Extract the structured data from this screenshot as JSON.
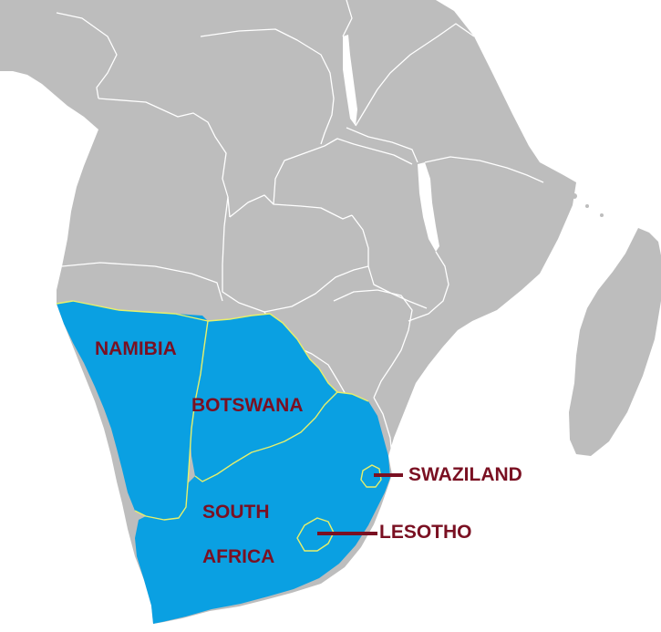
{
  "map": {
    "colors": {
      "ocean": "#ffffff",
      "land": "#bdbdbd",
      "highlight": "#0aa0e2",
      "country_border": "#ffffff",
      "highlight_border": "#e8f06a",
      "label_text": "#7a1022"
    },
    "highlighted_countries": [
      {
        "id": "namibia",
        "label": "NAMIBIA"
      },
      {
        "id": "botswana",
        "label": "BOTSWANA"
      },
      {
        "id": "south-africa",
        "label_line1": "SOUTH",
        "label_line2": "AFRICA"
      },
      {
        "id": "swaziland",
        "label": "SWAZILAND"
      },
      {
        "id": "lesotho",
        "label": "LESOTHO"
      }
    ]
  }
}
